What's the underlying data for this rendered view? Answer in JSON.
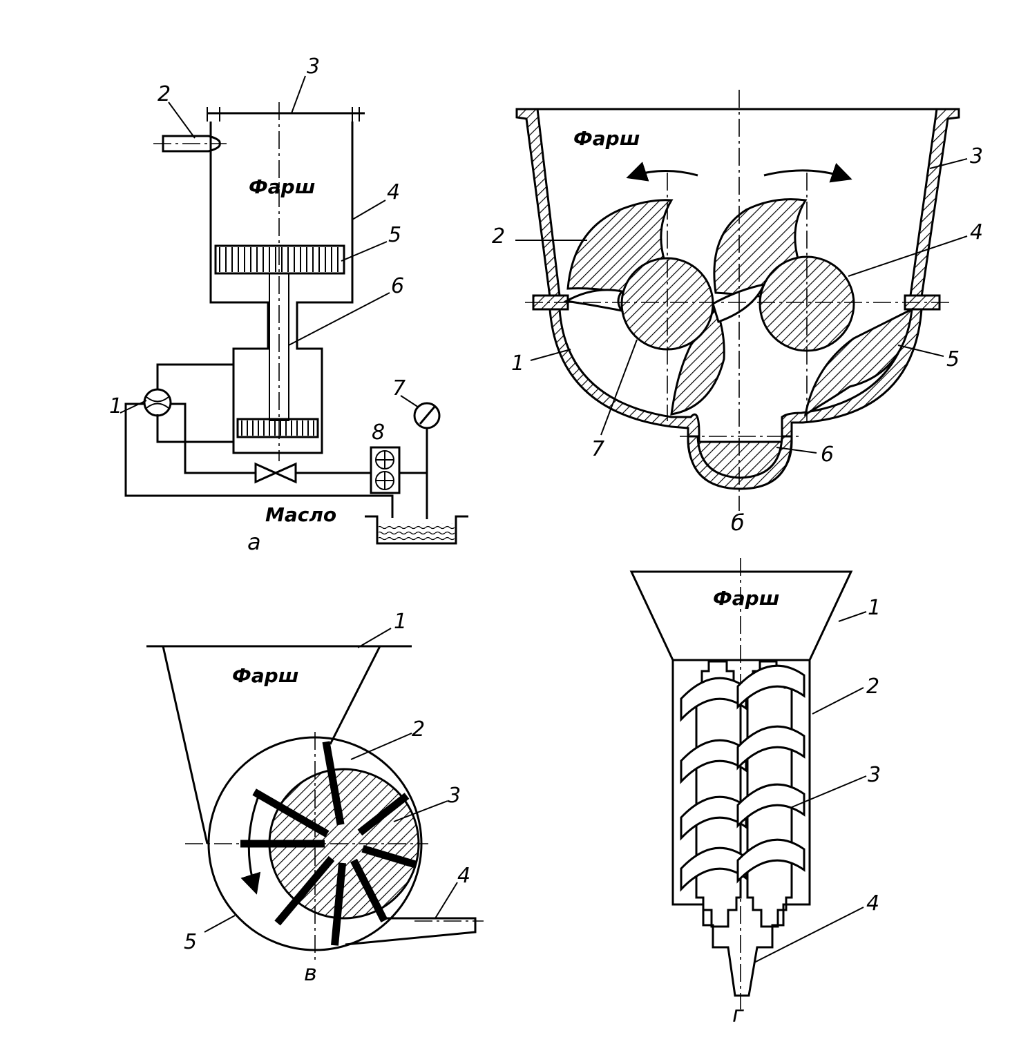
{
  "panel_a": {
    "caption": "а",
    "label_farsh": "Фарш",
    "label_maslo": "Масло",
    "callouts": [
      "1",
      "2",
      "3",
      "4",
      "5",
      "6",
      "7",
      "8"
    ]
  },
  "panel_b": {
    "caption": "б",
    "label_farsh": "Фарш",
    "callouts": [
      "1",
      "2",
      "3",
      "4",
      "5",
      "6",
      "7"
    ]
  },
  "panel_v": {
    "caption": "в",
    "label_farsh": "Фарш",
    "callouts": [
      "1",
      "2",
      "3",
      "4",
      "5"
    ]
  },
  "panel_g": {
    "caption": "г",
    "label_farsh": "Фарш",
    "callouts": [
      "1",
      "2",
      "3",
      "4"
    ]
  }
}
